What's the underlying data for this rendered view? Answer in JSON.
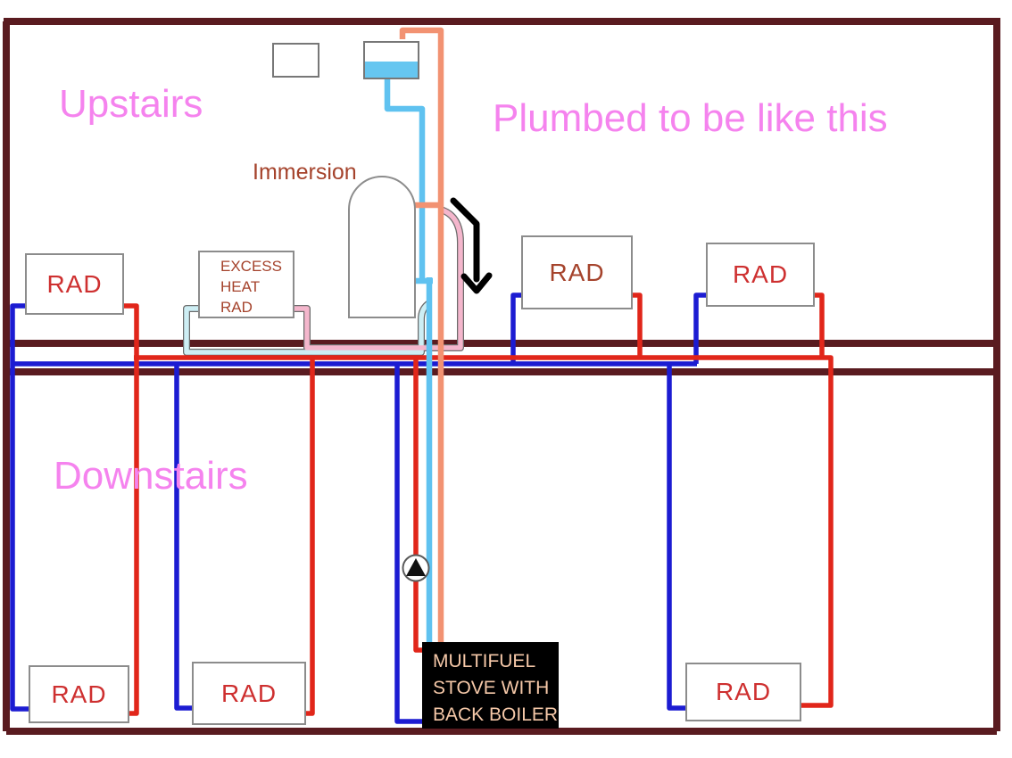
{
  "scene": {
    "floors": {
      "upstairs": "Upstairs",
      "downstairs": "Downstairs"
    },
    "caption": "Plumbed to be like this",
    "immersion_label": "Immersion",
    "radiators": {
      "upstairs_left": "RAD",
      "upstairs_middle": "RAD",
      "upstairs_right": "RAD",
      "downstairs_left": "RAD",
      "downstairs_middle": "RAD",
      "downstairs_right": "RAD"
    },
    "excess_heat_rad": {
      "lines": [
        "EXCESS",
        "HEAT",
        "RAD"
      ]
    },
    "stove": {
      "lines": [
        "MULTIFUEL",
        "STOVE WITH",
        "BACK BOILER"
      ]
    }
  },
  "colors": {
    "wall": "#5A1B20",
    "pipe_flow_red": "#E1261A",
    "pipe_return_blue": "#1C1CD2",
    "pipe_cold_feed_blue": "#5FC2F0",
    "pipe_vent_orange": "#F29272",
    "pipe_excess_pink": "#F4B6CC",
    "pipe_excess_cyan": "#CDEEF4",
    "tank_water": "#66C6F0",
    "title_pink": "#F583EE",
    "label_rust": "#A5432C",
    "rad_text_red": "#CE3030",
    "stove_bg": "#000000",
    "stove_text": "#F5C8A8",
    "arrow": "#000000"
  }
}
